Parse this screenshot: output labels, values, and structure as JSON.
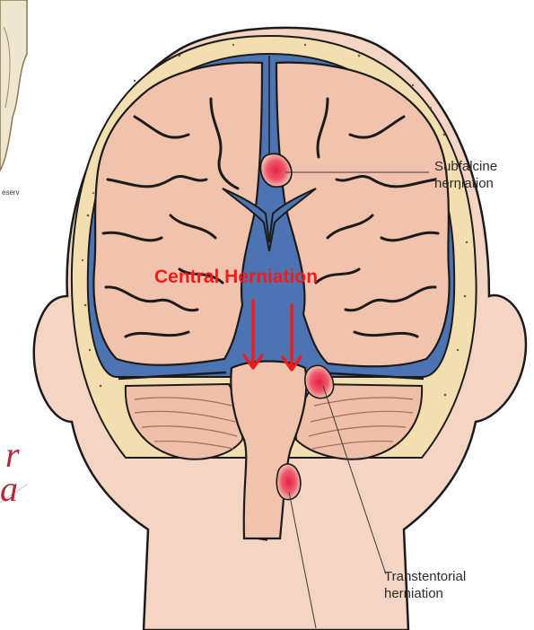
{
  "title": "Central Herniation",
  "labels": {
    "subfalcine": [
      "Subfalcine",
      "herniation"
    ],
    "transtentorial": [
      "Transtentorial",
      "herniation"
    ]
  },
  "cropped_left_text": "eserv",
  "colors": {
    "skin": "#f3d6c6",
    "skull": "#f4e1b4",
    "csf": "#4f77b5",
    "brain": "#f1c3ac",
    "herniation_highlight": "#ee3355",
    "annotation_red": "#ef1c1c"
  }
}
